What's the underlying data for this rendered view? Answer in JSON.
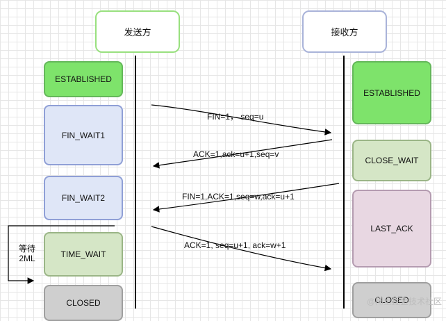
{
  "parties": {
    "sender": "发送方",
    "receiver": "接收方"
  },
  "sender_states": [
    "ESTABLISHED",
    "FIN_WAIT1",
    "FIN_WAIT2",
    "TIME_WAIT",
    "CLOSED"
  ],
  "receiver_states": [
    "ESTABLISHED",
    "CLOSE_WAIT",
    "LAST_ACK",
    "CLOSED"
  ],
  "messages": [
    {
      "text": "FIN=1，  seq=u",
      "direction": "sender-to-receiver"
    },
    {
      "text": "ACK=1,ack=u+1,seq=v",
      "direction": "receiver-to-sender"
    },
    {
      "text": "FIN=1,ACK=1,seq=w,ack=u+1",
      "direction": "receiver-to-sender"
    },
    {
      "text": "ACK=1, seq=u+1, ack=w+1",
      "direction": "sender-to-receiver"
    }
  ],
  "time_wait_note": {
    "line1": "等待",
    "line2": "2ML"
  },
  "watermark": "@稀土掘金技术社区",
  "colors": {
    "established": "#7ee36b",
    "waiting_state": "#dfe6f7",
    "time_wait": "#d5e6c6",
    "last_ack": "#e8d7e2",
    "closed": "#cfcfcf",
    "lifeline": "#000000"
  }
}
